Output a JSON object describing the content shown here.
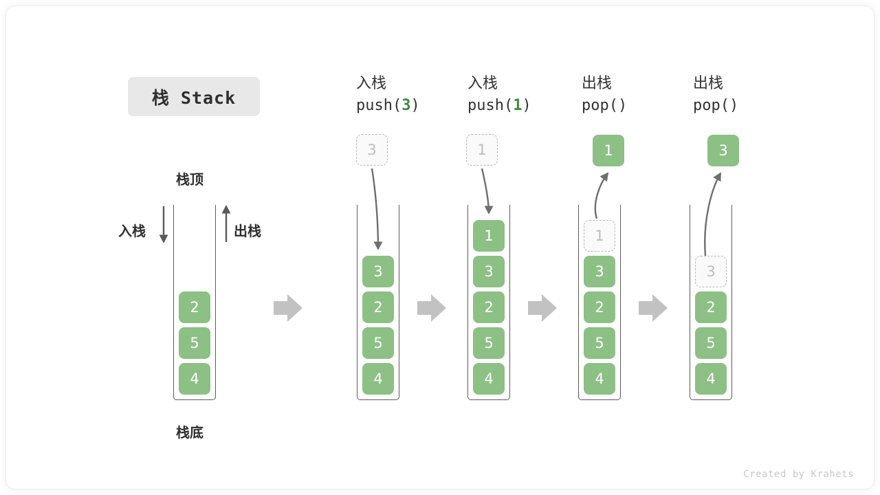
{
  "title_badge": {
    "label": "栈 Stack"
  },
  "footer": {
    "text": "Created by Krahets"
  },
  "colors": {
    "cell_fill": "#8cc084",
    "cell_text": "#ffffff",
    "ghost_border": "#b8b8b8",
    "ghost_text": "#bdbdbd",
    "arrow_gray": "#c2c2c2",
    "curve_gray": "#6e6e6e",
    "accent_green": "#3d8b40",
    "badge_bg": "#e8e8e8",
    "wall": "#5a5a5a"
  },
  "diagram": {
    "type": "stack-operations",
    "base_labels": {
      "top": "栈顶",
      "bottom": "栈底",
      "push_side": "入栈",
      "pop_side": "出栈"
    },
    "columns": [
      {
        "id": "initial",
        "header_cn": "",
        "header_code": "",
        "stack": [
          "2",
          "5",
          "4"
        ],
        "ghost": null,
        "popped": null
      },
      {
        "id": "push-3",
        "header_cn": "入栈",
        "header_code_prefix": "push(",
        "header_code_value": "3",
        "header_code_suffix": ")",
        "incoming_value": "3",
        "stack": [
          "3",
          "2",
          "5",
          "4"
        ],
        "ghost": null,
        "popped": null
      },
      {
        "id": "push-1",
        "header_cn": "入栈",
        "header_code_prefix": "push(",
        "header_code_value": "1",
        "header_code_suffix": ")",
        "incoming_value": "1",
        "stack": [
          "1",
          "3",
          "2",
          "5",
          "4"
        ],
        "ghost": null,
        "popped": null
      },
      {
        "id": "pop-1",
        "header_cn": "出栈",
        "header_code_prefix": "pop(",
        "header_code_value": "",
        "header_code_suffix": ")",
        "popped": "1",
        "ghost": "1",
        "stack": [
          "3",
          "2",
          "5",
          "4"
        ]
      },
      {
        "id": "pop-2",
        "header_cn": "出栈",
        "header_code_prefix": "pop(",
        "header_code_value": "",
        "header_code_suffix": ")",
        "popped": "3",
        "ghost": "3",
        "stack": [
          "2",
          "5",
          "4"
        ]
      }
    ]
  }
}
